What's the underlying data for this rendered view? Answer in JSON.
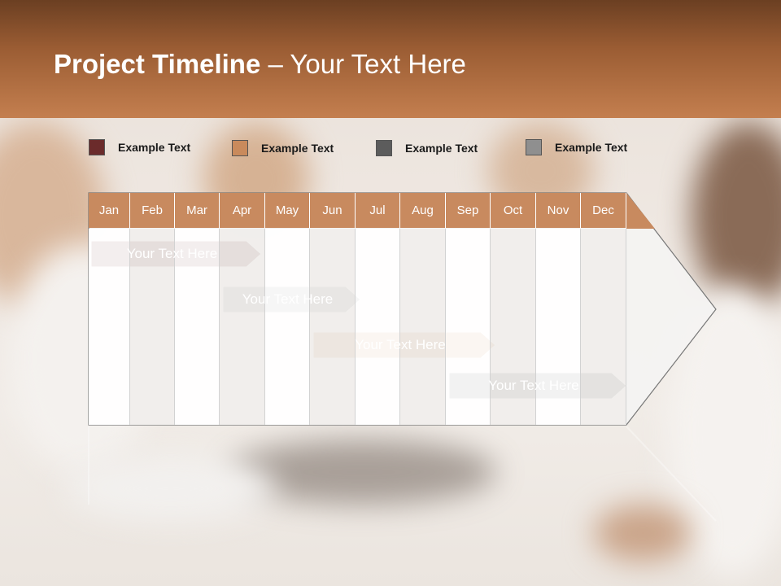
{
  "title": {
    "bold": "Project Timeline",
    "rest": " – Your Text Here"
  },
  "legend": [
    {
      "label": "Example Text",
      "color": "#6b2b2b"
    },
    {
      "label": "Example Text",
      "color": "#c98a5c"
    },
    {
      "label": "Example Text",
      "color": "#5c5c5c"
    },
    {
      "label": "Example Text",
      "color": "#8f8f8f"
    }
  ],
  "months": [
    "Jan",
    "Feb",
    "Mar",
    "Apr",
    "May",
    "Jun",
    "Jul",
    "Aug",
    "Sep",
    "Oct",
    "Nov",
    "Dec"
  ],
  "tasks": [
    {
      "label": "Your  Text Here",
      "start_month": 1.0,
      "end_month": 4.0,
      "color": "#6b2b2b"
    },
    {
      "label": "Your  Text Here",
      "start_month": 4.0,
      "end_month": 6.0,
      "color": "#8f8f8f"
    },
    {
      "label": "Your  Text Here",
      "start_month": 6.0,
      "end_month": 9.0,
      "color": "#c98a5c"
    },
    {
      "label": "Your  Text Here",
      "start_month": 9.0,
      "end_month": 12.0,
      "color": "#5c5c5c"
    }
  ]
}
